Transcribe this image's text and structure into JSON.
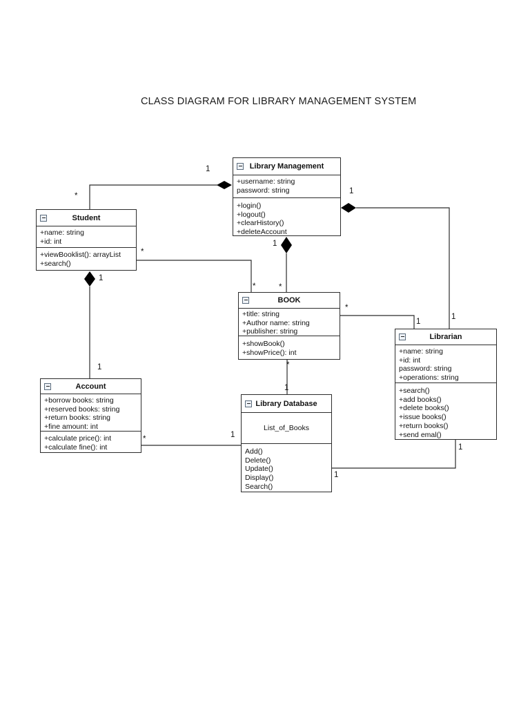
{
  "page": {
    "title": "CLASS DIAGRAM FOR LIBRARY MANAGEMENT SYSTEM"
  },
  "classes": {
    "library_management": {
      "name": "Library Management",
      "attributes": [
        "+username: string",
        "password: string"
      ],
      "methods": [
        "+login()",
        "+logout()",
        "+clearHistory()",
        "+deleteAccount"
      ]
    },
    "student": {
      "name": "Student",
      "attributes": [
        "+name: string",
        "+id: int"
      ],
      "methods": [
        "+viewBooklist(): arrayList",
        "+search()"
      ]
    },
    "book": {
      "name": "BOOK",
      "attributes": [
        "+title: string",
        "+Author name: string",
        "+publisher: string"
      ],
      "methods": [
        "+showBook()",
        "+showPrice(): int"
      ]
    },
    "librarian": {
      "name": "Librarian",
      "attributes": [
        "+name: string",
        "+id: int",
        "password: string",
        "+operations: string"
      ],
      "methods": [
        "+search()",
        "+add books()",
        "+delete books()",
        "+issue books()",
        "+return books()",
        "+send emal()"
      ]
    },
    "account": {
      "name": "Account",
      "attributes": [
        "+borrow books: string",
        "+reserved books: string",
        "+return books: string",
        "+fine amount: int"
      ],
      "methods": [
        "+calculate price(): int",
        "+calculate fine(): int"
      ]
    },
    "library_database": {
      "name": "Library Database",
      "attributes": [
        "List_of_Books"
      ],
      "methods": [
        "Add()",
        "Delete()",
        "Update()",
        "Display()",
        "Search()"
      ]
    }
  },
  "relations": {
    "student_to_library_management": {
      "type": "composition",
      "student_end": "*",
      "library_management_end": "1"
    },
    "library_management_to_book": {
      "type": "composition",
      "library_management_end": "1",
      "book_end": "*"
    },
    "library_management_to_librarian": {
      "type": "composition",
      "library_management_end": "1",
      "librarian_end": "1"
    },
    "student_to_book": {
      "type": "association",
      "student_end": "*",
      "book_end": "*"
    },
    "student_to_account": {
      "type": "composition",
      "student_end": "1",
      "account_end": "1"
    },
    "book_to_library_database": {
      "type": "association",
      "book_end": "*",
      "library_database_end": "1"
    },
    "book_to_librarian": {
      "type": "association",
      "book_end": "*",
      "librarian_end": "1"
    },
    "account_to_library_database": {
      "type": "association",
      "account_end": "*",
      "library_database_end": "1"
    },
    "librarian_to_library_database": {
      "type": "association",
      "librarian_end": "1",
      "library_database_end": "1"
    }
  }
}
